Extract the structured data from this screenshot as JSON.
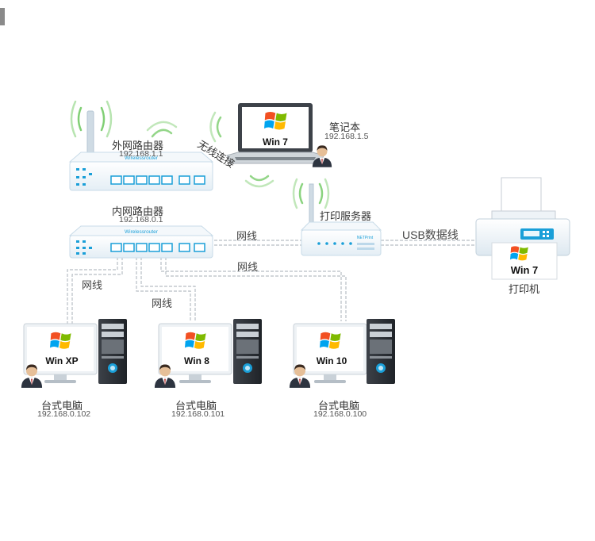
{
  "devices": {
    "outer_router": {
      "name": "外网路由器",
      "ip": "192.168.1.1",
      "brand": "Wirelessrouter"
    },
    "inner_router": {
      "name": "内网路由器",
      "ip": "192.168.0.1",
      "brand": "Wirelessrouter"
    },
    "laptop": {
      "name": "笔记本",
      "ip": "192.168.1.5",
      "os": "Win 7"
    },
    "print_server": {
      "name": "打印服务器",
      "model": "NETPrint"
    },
    "printer": {
      "name": "打印机",
      "os": "Win 7"
    },
    "desktops": [
      {
        "name": "台式电脑",
        "ip": "192.168.0.102",
        "os": "Win XP"
      },
      {
        "name": "台式电脑",
        "ip": "192.168.0.101",
        "os": "Win 8"
      },
      {
        "name": "台式电脑",
        "ip": "192.168.0.100",
        "os": "Win 10"
      }
    ]
  },
  "connections": {
    "wireless": "无线连接",
    "network_cable": "网线",
    "usb_cable": "USB数据线"
  },
  "colors": {
    "accent_blue": "#1a9fd8",
    "wifi_green": "#4cbb3a",
    "cable_gray": "#b8bec4",
    "device_border": "#c8dbe8"
  }
}
